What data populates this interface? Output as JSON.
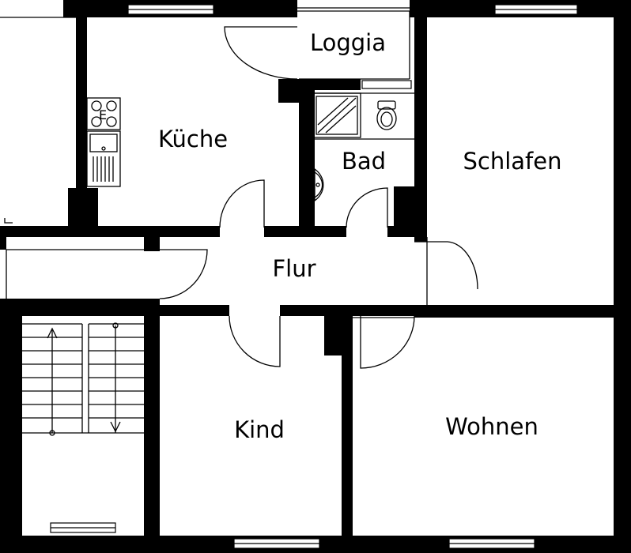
{
  "rooms": {
    "loggia": "Loggia",
    "kueche": "Küche",
    "bad": "Bad",
    "schlafen": "Schlafen",
    "flur": "Flur",
    "kind": "Kind",
    "wohnen": "Wohnen"
  },
  "fixtures": {
    "stove_label": "E"
  }
}
